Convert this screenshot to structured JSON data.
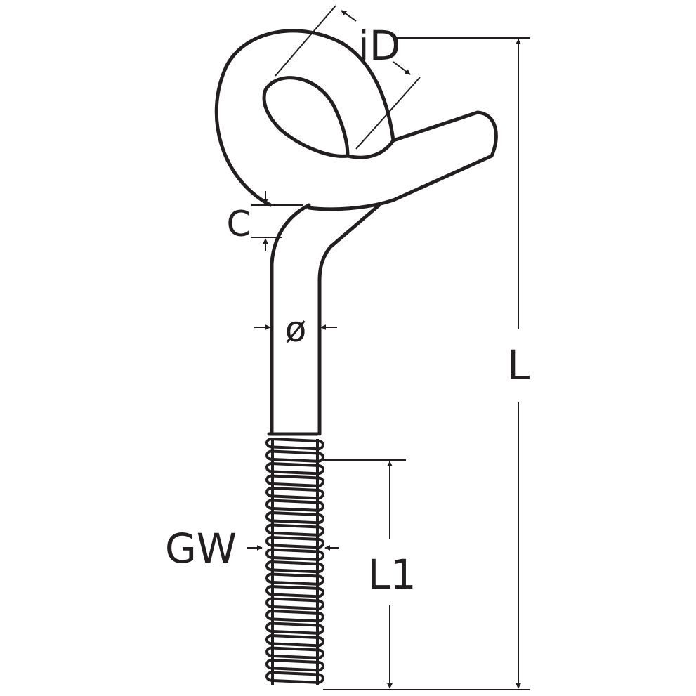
{
  "labels": {
    "inner_diameter": "iD",
    "gap": "C",
    "wire_diameter": "ø",
    "overall_length": "L",
    "thread_size": "GW",
    "thread_length": "L1"
  },
  "colors": {
    "line": "#231f20",
    "background": "#ffffff"
  }
}
